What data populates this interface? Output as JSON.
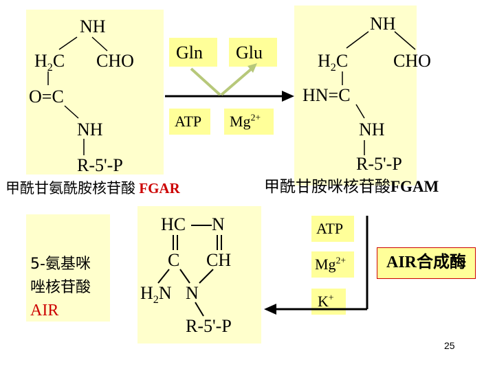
{
  "colors": {
    "fgar_box": "#ffffcc",
    "fgam_box": "#ffffcc",
    "air_box": "#ffffcc",
    "gln_box": "#ffff99",
    "glu_box": "#ffff99",
    "atp_box": "#ffff99",
    "mg_box": "#ffff99",
    "atp2_box": "#ffff99",
    "mg2_box": "#ffff99",
    "k_box": "#ffff99",
    "enzyme_box": "#ffff99",
    "enzyme_border": "#cc0000",
    "label_red": "#cc0000",
    "arrow_green": "#b7c87a"
  },
  "fgar": {
    "nh": "NH",
    "h2c_h": "H",
    "h2c_sub": "2",
    "h2c_c": "C",
    "cho": "CHO",
    "oc": "O=C",
    "nh2": "NH",
    "r5p": "R-5'-P",
    "name": "甲酰甘氨酰胺核苷酸",
    "abbr": "FGAR"
  },
  "fgam": {
    "nh": "NH",
    "h2c_h": "H",
    "h2c_sub": "2",
    "h2c_c": "C",
    "cho": "CHO",
    "hnc": "HN=C",
    "nh2": "NH",
    "r5p": "R-5'-P",
    "name": "甲酰甘胺咪核苷酸",
    "abbr": "FGAM"
  },
  "cofactors_top": {
    "gln": "Gln",
    "glu": "Glu",
    "atp": "ATP",
    "mg": "Mg",
    "mg_sup": "2+"
  },
  "air": {
    "line1": "5-氨基咪",
    "line2": "唑核苷酸",
    "abbr": "AIR"
  },
  "ring": {
    "hc": "HC",
    "n_top": "N",
    "c": "C",
    "ch": "CH",
    "h2n_h": "H",
    "h2n_sub": "2",
    "h2n_n": "N",
    "n_bottom": "N",
    "r5p": "R-5'-P"
  },
  "cofactors_bottom": {
    "atp": "ATP",
    "mg": "Mg",
    "mg_sup": "2+",
    "k": "K",
    "k_sup": "+"
  },
  "enzyme": "AIR合成酶",
  "page_number": "25"
}
